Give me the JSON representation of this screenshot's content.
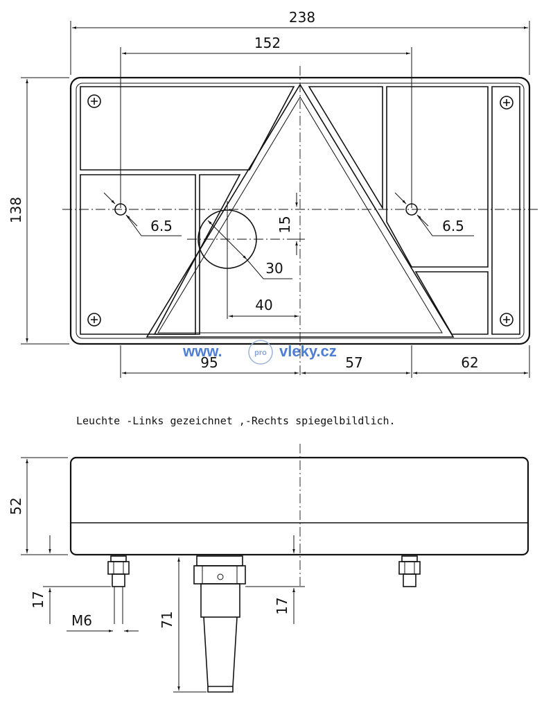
{
  "top_view": {
    "dims": {
      "overall_width": "238",
      "mount_spacing": "152",
      "height": "138",
      "left_hole_dia": "6.5",
      "right_hole_dia": "6.5",
      "offset_vertical": "15",
      "round_hole_dia": "30",
      "offset_horizontal": "40",
      "left_segment": "95",
      "middle_segment": "57",
      "right_segment": "62"
    }
  },
  "watermark": {
    "prefix": "www.",
    "badge": "pro",
    "domain": "vleky.cz"
  },
  "caption": "Leuchte -Links gezeichnet ,-Rechts spiegelbildlich.",
  "side_view": {
    "dims": {
      "depth": "52",
      "stud_length": "17",
      "thread": "M6",
      "connector_length": "71",
      "connector_offset": "17"
    }
  }
}
